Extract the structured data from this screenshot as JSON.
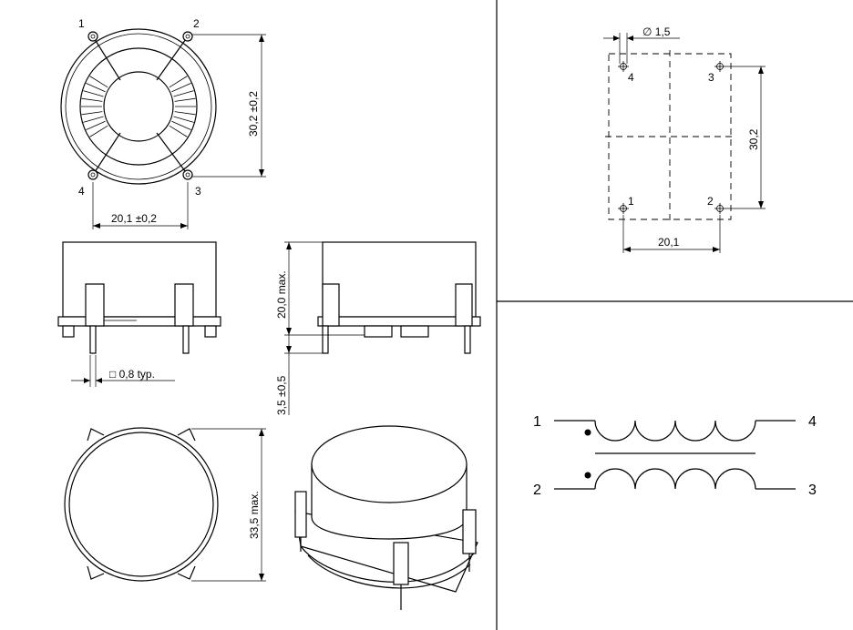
{
  "top_view": {
    "pins": [
      "1",
      "2",
      "3",
      "4"
    ],
    "width_dim": "20,1 ±0,2",
    "height_dim": "30,2 ±0,2"
  },
  "front_view": {
    "pin_dim": "□ 0,8 typ."
  },
  "side_view": {
    "height_dim": "20,0 max.",
    "pin_length_dim": "3,5 ±0,5"
  },
  "bottom_view": {
    "diameter_dim": "33,5 max."
  },
  "footprint": {
    "hole_dim": "∅ 1,5",
    "pins": [
      "4",
      "3",
      "1",
      "2"
    ],
    "width_dim": "20,1",
    "height_dim": "30,2"
  },
  "schematic": {
    "pins": [
      "1",
      "4",
      "2",
      "3"
    ]
  }
}
